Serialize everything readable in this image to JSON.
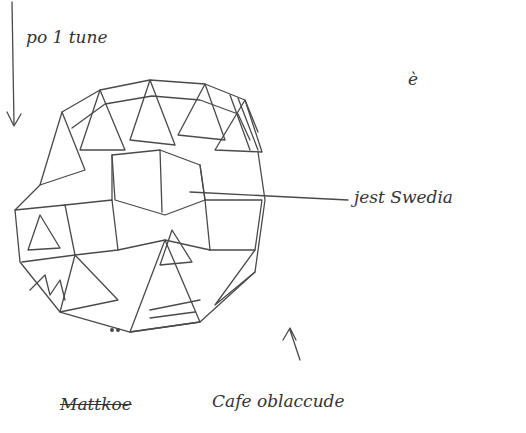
{
  "diagram": {
    "labels": [
      "po 1 tune",
      "è",
      "jest Swedia",
      "Mattkoe",
      "Cafe oblaccude"
    ]
  }
}
